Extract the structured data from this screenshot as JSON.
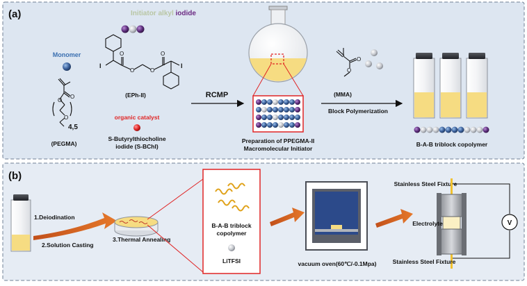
{
  "panel_a": {
    "label": "(a)",
    "initiator": {
      "prefix": "Initiator alkyl",
      "suffix": " iodide"
    },
    "monomer": "Monomer",
    "ephii": "(EPh-II)",
    "pegma_sub": "4,5",
    "pegma": "(PEGMA)",
    "catalyst_title": "organic catalyst",
    "catalyst_line1": "S-Butyrylthiocholine",
    "catalyst_line2": "iodide (S-BChI)",
    "rcmp": "RCMP",
    "prep_line1": "Preparation of PPEGMA-II",
    "prep_line2": "Macromolecular Initiator",
    "mma": "(MMA)",
    "block": "Block Polymerization",
    "triblock": "B-A-B triblock copolymer"
  },
  "panel_b": {
    "label": "(b)",
    "deiod": "1.Deiodination",
    "casting": "2.Solution Casting",
    "anneal": "3.Thermal Annealing",
    "copoly_line1": "B-A-B triblock",
    "copoly_line2": "copolymer",
    "litfsi": "LiTFSI",
    "oven": "vacuum oven(60℃/-0.1Mpa)",
    "fixture_top": "Stainless Steel Fixture",
    "electrolyte": "Electrolyte",
    "fixture_bottom": "Stainless Steel Fixture",
    "meter": "V"
  },
  "colors": {
    "panel_a_bg": "#dde6f1",
    "panel_b_bg": "#e6ecf4",
    "highlight_red": "#e02424",
    "bead_purple": "#5b2d7a",
    "bead_blue": "#3a5f9a",
    "bead_gray": "#b9bcc2",
    "solution_yellow": "#f6dc82",
    "arrow_orange": "#d9641e",
    "fixture_yellow": "#f1c12f"
  }
}
